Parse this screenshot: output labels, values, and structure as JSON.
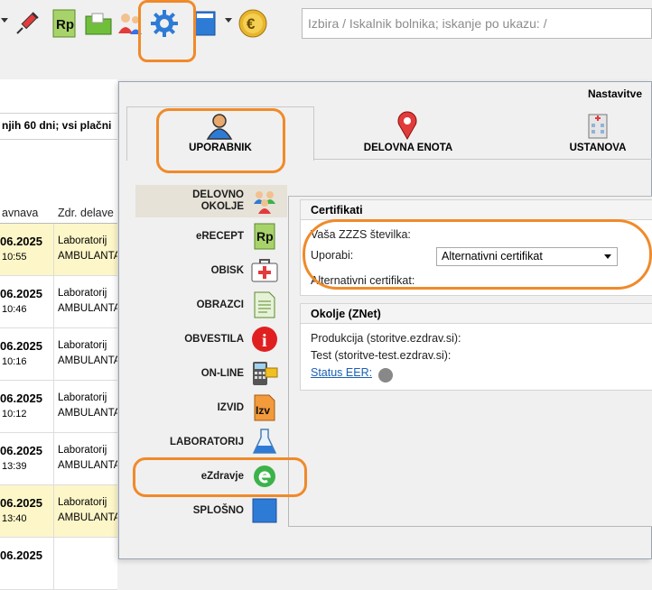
{
  "toolbar": {
    "icons": [
      "syringe-icon",
      "prescription-rp-icon",
      "folder-icon",
      "users-icon",
      "settings-gear-icon",
      "window-icon",
      "euro-icon"
    ],
    "rp_text": "Rp",
    "euro_symbol": "€"
  },
  "search": {
    "placeholder": "Izbira / Iskalnik bolnika; iskanje po ukazu: /"
  },
  "background_list": {
    "info_text": "njih 60 dni; vsi plačni",
    "columns": [
      "avnava",
      "Zdr. delave"
    ],
    "rows": [
      {
        "date": "06.2025",
        "time": "10:55",
        "lab": "Laboratorij",
        "amb": "AMBULANTA",
        "highlight": true
      },
      {
        "date": "06.2025",
        "time": "10:46",
        "lab": "Laboratorij",
        "amb": "AMBULANTA",
        "highlight": false
      },
      {
        "date": "06.2025",
        "time": "10:16",
        "lab": "Laboratorij",
        "amb": "AMBULANTA",
        "highlight": false
      },
      {
        "date": "06.2025",
        "time": "10:12",
        "lab": "Laboratorij",
        "amb": "AMBULANTA",
        "highlight": false
      },
      {
        "date": "06.2025",
        "time": "13:39",
        "lab": "Laboratorij",
        "amb": "AMBULANTA",
        "highlight": false
      },
      {
        "date": "06.2025",
        "time": "13:40",
        "lab": "Laboratorij",
        "amb": "AMBULANTA",
        "highlight": true
      },
      {
        "date": "06.2025",
        "time": "",
        "lab": "",
        "amb": "",
        "highlight": false
      }
    ]
  },
  "dialog": {
    "title": "Nastavitve",
    "tabs": [
      {
        "label": "UPORABNIK",
        "icon": "user-icon",
        "active": true
      },
      {
        "label": "DELOVNA ENOTA",
        "icon": "map-pin-icon",
        "active": false
      },
      {
        "label": "USTANOVA",
        "icon": "hospital-icon",
        "active": false
      }
    ],
    "side_nav": [
      {
        "label_line1": "DELOVNO",
        "label_line2": "OKOLJE",
        "icon": "people-icon",
        "selected": true
      },
      {
        "label_line1": "eRECEPT",
        "label_line2": "",
        "icon": "prescription-icon",
        "selected": false
      },
      {
        "label_line1": "OBISK",
        "label_line2": "",
        "icon": "first-aid-icon",
        "selected": false
      },
      {
        "label_line1": "OBRAZCI",
        "label_line2": "",
        "icon": "document-icon",
        "selected": false
      },
      {
        "label_line1": "OBVESTILA",
        "label_line2": "",
        "icon": "info-icon",
        "selected": false
      },
      {
        "label_line1": "ON-LINE",
        "label_line2": "",
        "icon": "card-terminal-icon",
        "selected": false
      },
      {
        "label_line1": "IZVID",
        "label_line2": "",
        "icon": "report-izv-icon",
        "selected": false
      },
      {
        "label_line1": "LABORATORIJ",
        "label_line2": "",
        "icon": "flask-icon",
        "selected": false
      },
      {
        "label_line1": "eZdravje",
        "label_line2": "",
        "icon": "ezdravje-logo-icon",
        "selected": false
      },
      {
        "label_line1": "SPLOŠNO",
        "label_line2": "",
        "icon": "blue-square-icon",
        "selected": false
      }
    ],
    "icon_texts": {
      "rp": "Rp",
      "izv": "Izv",
      "info": "i"
    },
    "certifikati": {
      "title": "Certifikati",
      "zzzs_label": "Vaša ZZZS številka:",
      "uporabi_label": "Uporabi:",
      "uporabi_value": "Alternativni certifikat",
      "alt_label": "Alternativni certifikat:"
    },
    "okolje": {
      "title": "Okolje (ZNet)",
      "produkcija": "Produkcija (storitve.ezdrav.si):",
      "test": "Test (storitve-test.ezdrav.si):",
      "status_link": "Status EER:"
    }
  },
  "colors": {
    "highlight_orange": "#f08a2a",
    "row_yellow": "#fdf6c8",
    "link_blue": "#1a5fb4",
    "selected_nav": "#e6e2d8"
  }
}
